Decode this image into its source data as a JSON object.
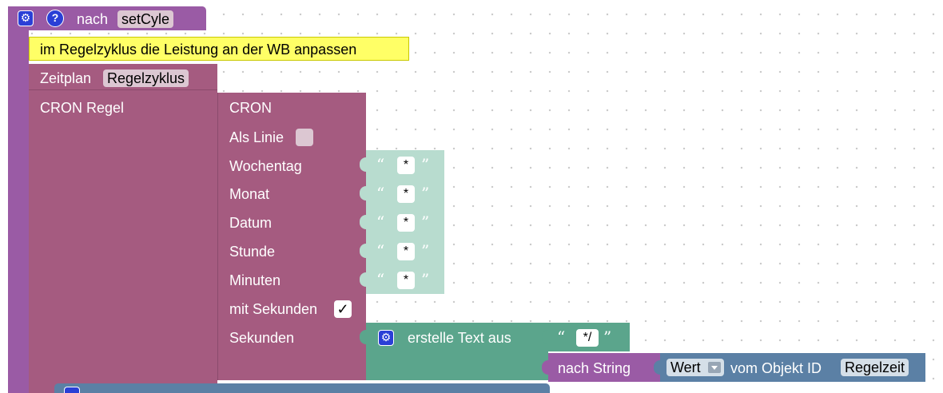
{
  "function": {
    "prefix": "nach",
    "name": "setCyle",
    "comment": "im Regelzyklus die Leistung an der WB anpassen"
  },
  "schedule": {
    "label": "Zeitplan",
    "name": "Regelzyklus",
    "cron_rule_label": "CRON Regel"
  },
  "cron": {
    "title": "CRON",
    "as_line_label": "Als Linie",
    "as_line_checked": false,
    "fields": [
      {
        "label": "Wochentag",
        "value": "*"
      },
      {
        "label": "Monat",
        "value": "*"
      },
      {
        "label": "Datum",
        "value": "*"
      },
      {
        "label": "Stunde",
        "value": "*"
      },
      {
        "label": "Minuten",
        "value": "*"
      }
    ],
    "with_seconds_label": "mit Sekunden",
    "with_seconds_checked": true,
    "with_seconds_mark": "✓",
    "seconds_label": "Sekunden"
  },
  "text_join": {
    "label": "erstelle Text aus",
    "first_value": "*/"
  },
  "to_string": {
    "label": "nach String"
  },
  "state_value": {
    "attr": "Wert",
    "from_label": "vom Objekt ID",
    "object": "Regelzeit"
  },
  "quotes": {
    "open": "“",
    "close": "”"
  },
  "icons": {
    "gear": "gear-icon",
    "help": "help-icon",
    "dropdown": "dropdown-arrow-icon"
  },
  "colors": {
    "function": "#9a5ba5",
    "schedule": "#a55b80",
    "text": "#5ba58c",
    "text_light": "#b8dccf",
    "comment": "#ffff66",
    "value": "#5b80a5",
    "to_string": "#9a5ba5",
    "gear": "#2a3fd6"
  }
}
